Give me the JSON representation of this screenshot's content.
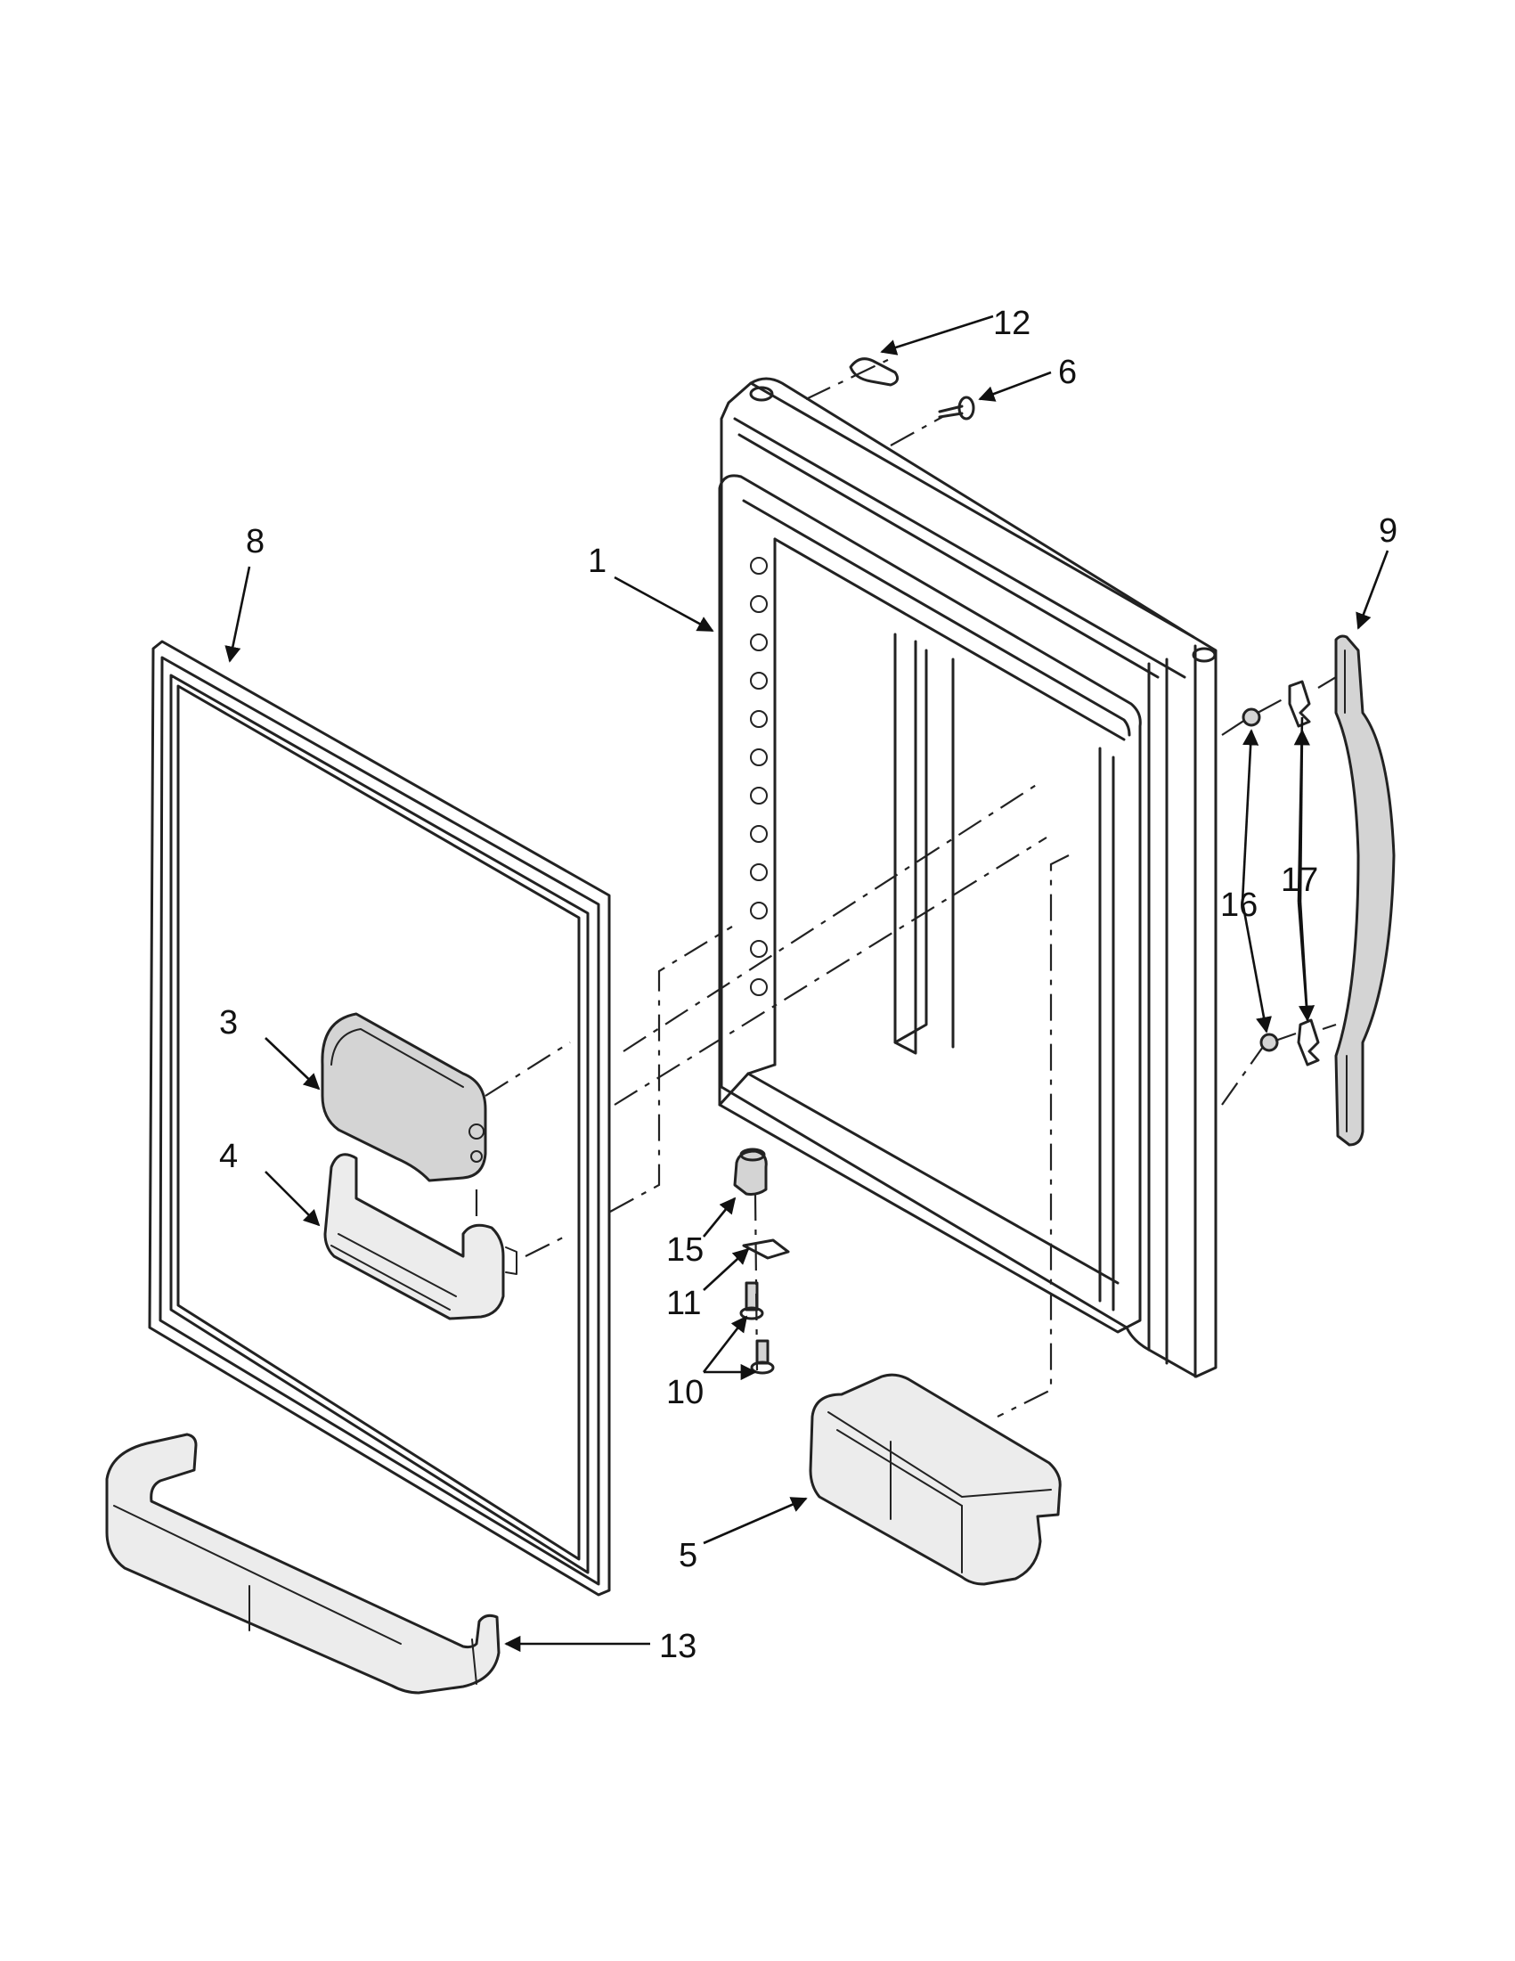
{
  "callouts": {
    "c1": "1",
    "c3": "3",
    "c4": "4",
    "c5": "5",
    "c6": "6",
    "c8": "8",
    "c9": "9",
    "c10": "10",
    "c11": "11",
    "c12": "12",
    "c13": "13",
    "c15": "15",
    "c16": "16",
    "c17": "17"
  }
}
